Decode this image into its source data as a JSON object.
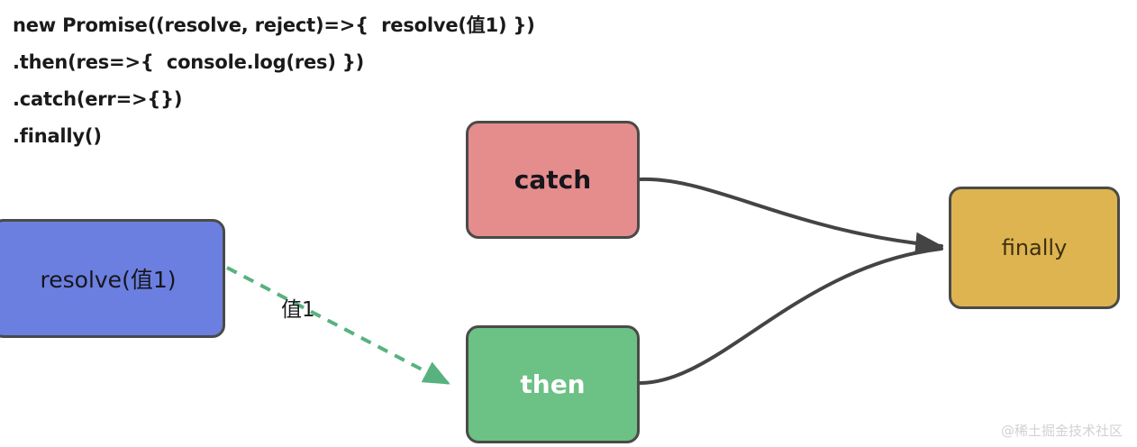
{
  "diagram": {
    "title": "Promise flow diagram",
    "background": "#ffffff",
    "code": {
      "lines": [
        "new Promise((resolve, reject)=>{  resolve(值1) })",
        ".then(res=>{  console.log(res) })",
        ".catch(err=>{})",
        ".finally()"
      ]
    },
    "nodes": [
      {
        "id": "resolve",
        "label": "resolve(值1)",
        "fill": "#6B7FE0",
        "stroke": "#4a4a48",
        "text_color": "#16161d"
      },
      {
        "id": "catch",
        "label": "catch",
        "fill": "#E58C8C",
        "stroke": "#4a4a48",
        "text_color": "#16161d"
      },
      {
        "id": "then",
        "label": "then",
        "fill": "#6CC184",
        "stroke": "#4a4a48",
        "text_color": "#ffffff"
      },
      {
        "id": "finally",
        "label": "finally",
        "fill": "#DDB450",
        "stroke": "#4a4a48",
        "text_color": "#3d3013"
      }
    ],
    "edges": [
      {
        "id": "resolve-to-then",
        "from": "resolve",
        "to": "then",
        "label": "值1",
        "style": "dashed",
        "color": "#57b27f"
      },
      {
        "id": "catch-to-finally",
        "from": "catch",
        "to": "finally",
        "label": "",
        "style": "solid",
        "color": "#444444"
      },
      {
        "id": "then-to-finally",
        "from": "then",
        "to": "finally",
        "label": "",
        "style": "solid",
        "color": "#444444"
      }
    ],
    "watermark": "@稀土掘金技术社区"
  }
}
